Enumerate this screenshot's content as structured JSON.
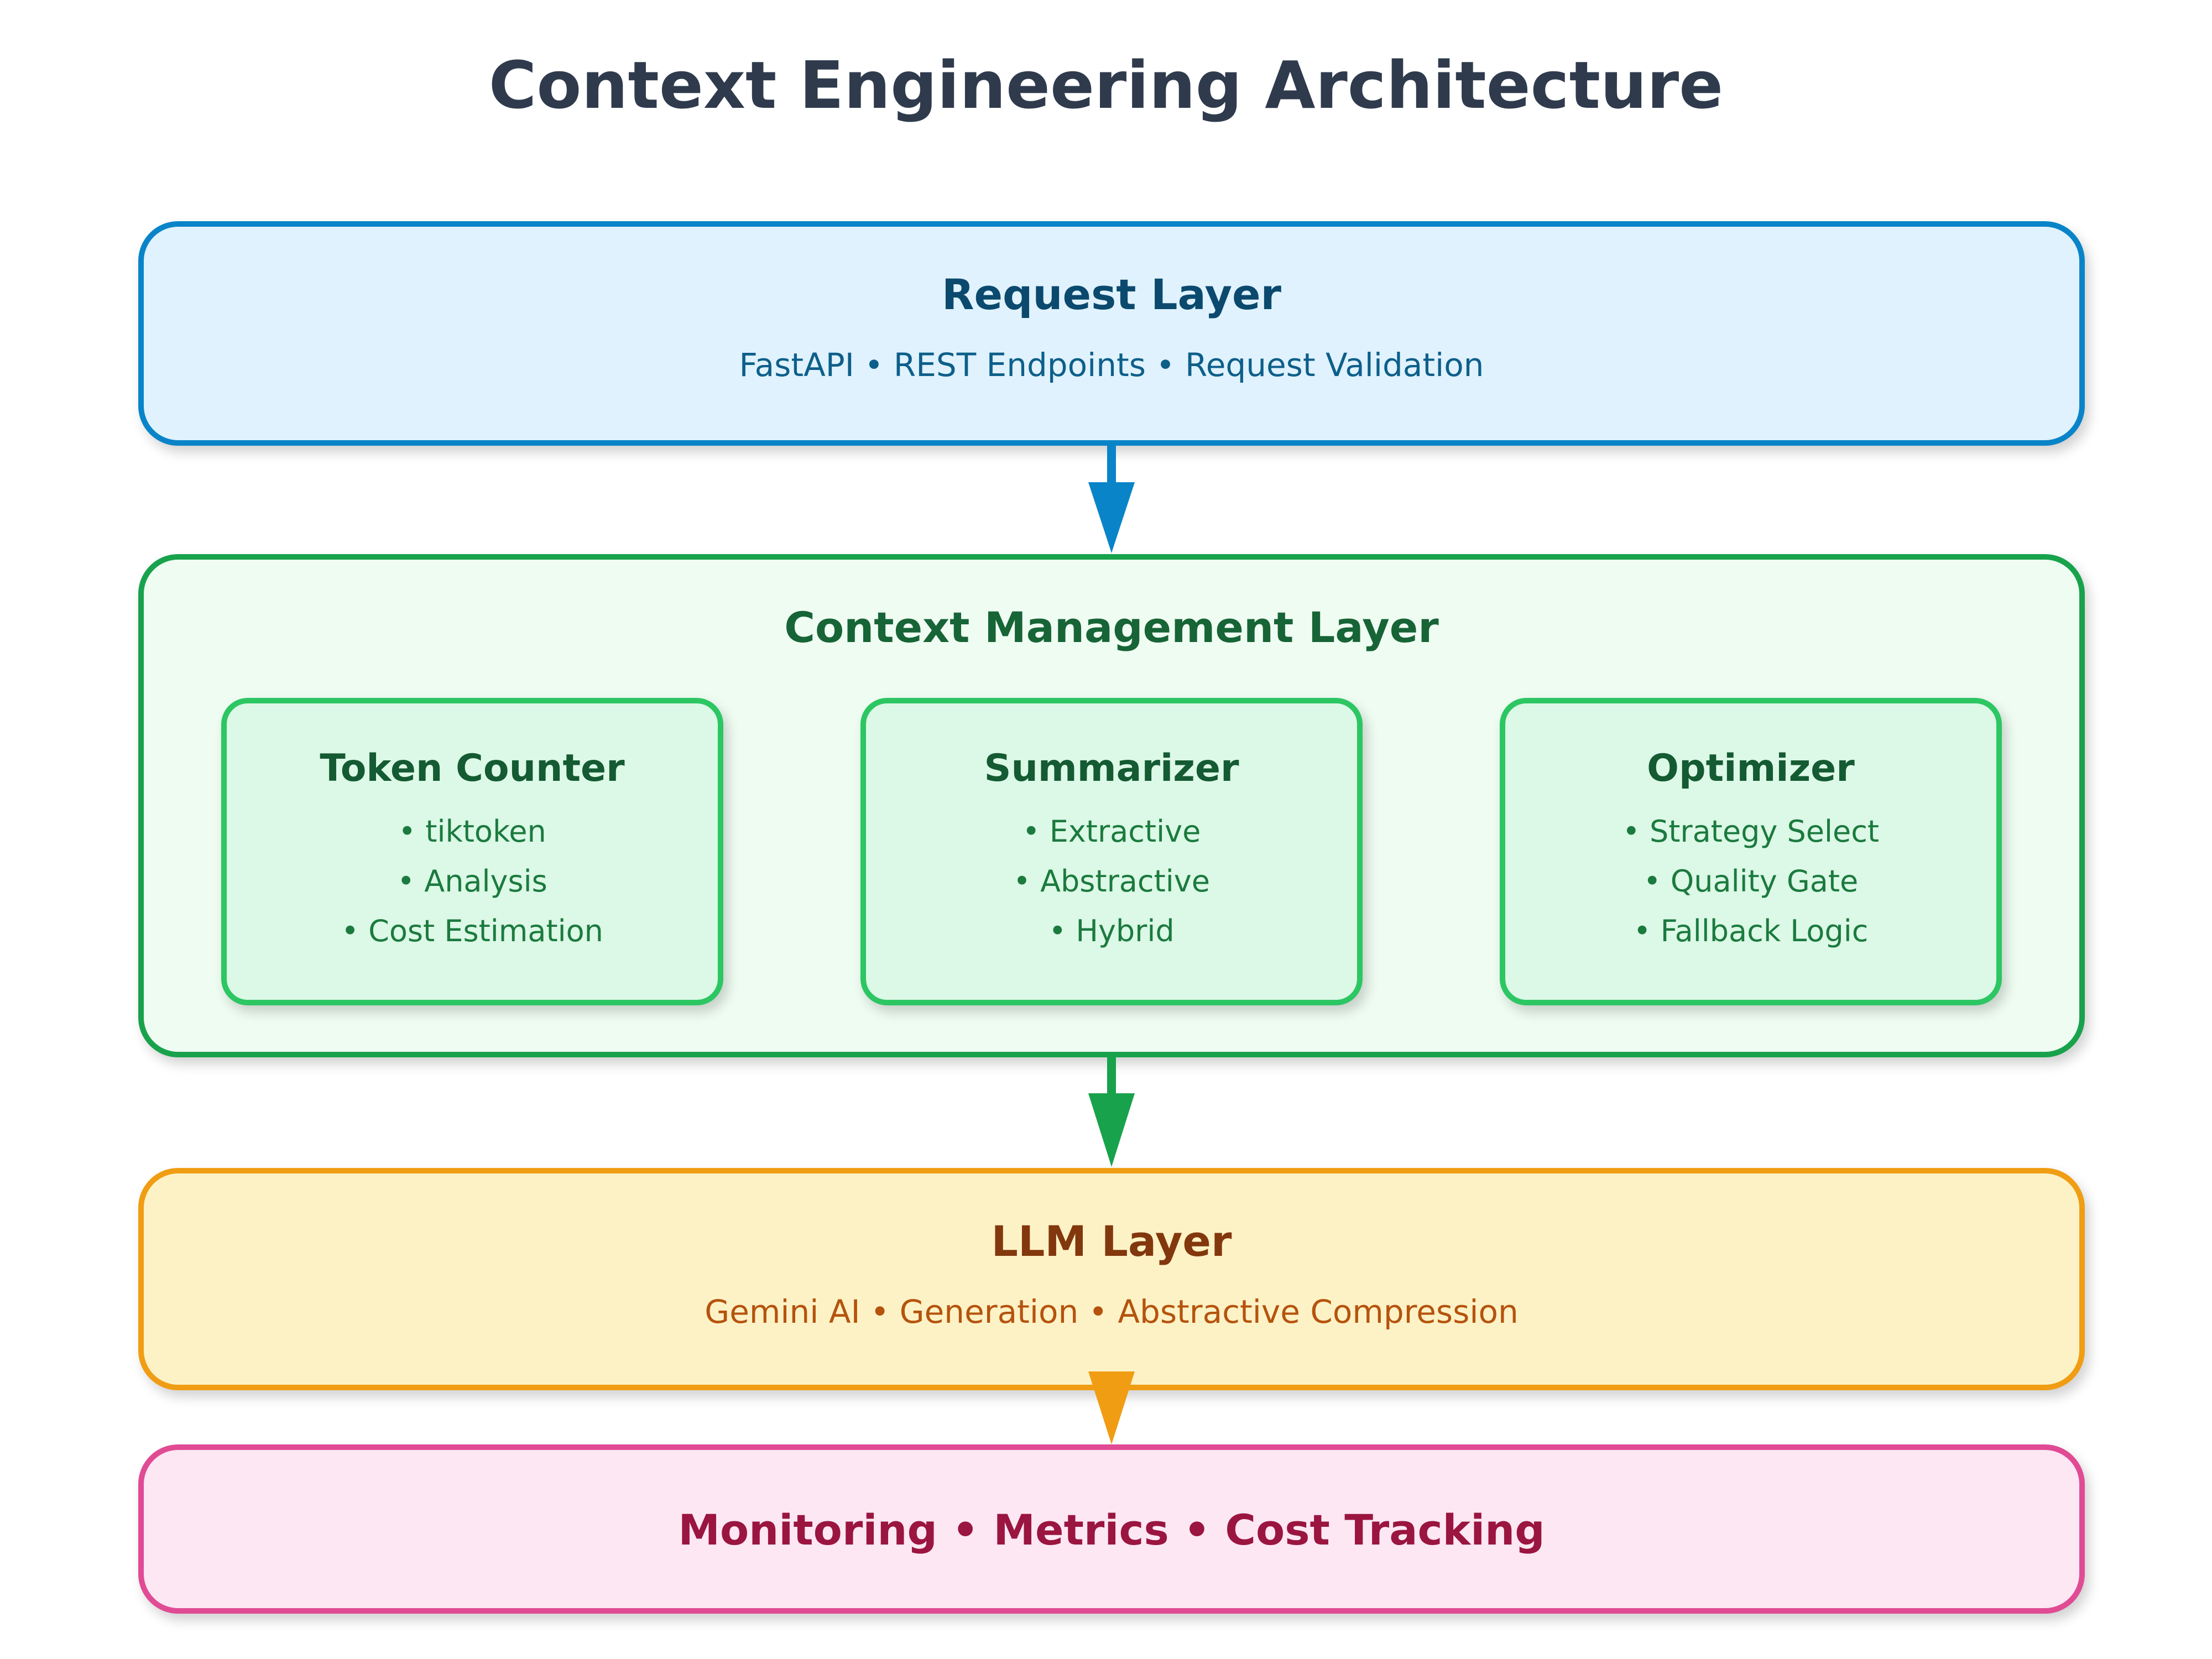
{
  "title": "Context Engineering Architecture",
  "request_layer": {
    "title": "Request Layer",
    "subtitle": "FastAPI • REST Endpoints • Request Validation"
  },
  "context_layer": {
    "title": "Context Management Layer",
    "modules": [
      {
        "title": "Token Counter",
        "items": [
          "• tiktoken",
          "• Analysis",
          "• Cost Estimation"
        ]
      },
      {
        "title": "Summarizer",
        "items": [
          "• Extractive",
          "• Abstractive",
          "• Hybrid"
        ]
      },
      {
        "title": "Optimizer",
        "items": [
          "• Strategy Select",
          "• Quality Gate",
          "• Fallback Logic"
        ]
      }
    ]
  },
  "llm_layer": {
    "title": "LLM Layer",
    "subtitle": "Gemini AI • Generation • Abstractive Compression"
  },
  "monitoring_layer": {
    "title": "Monitoring • Metrics • Cost Tracking"
  },
  "colors": {
    "request": "#0a84c8",
    "context": "#18a24c",
    "llm": "#f09d14",
    "monitoring": "#e04b94"
  }
}
